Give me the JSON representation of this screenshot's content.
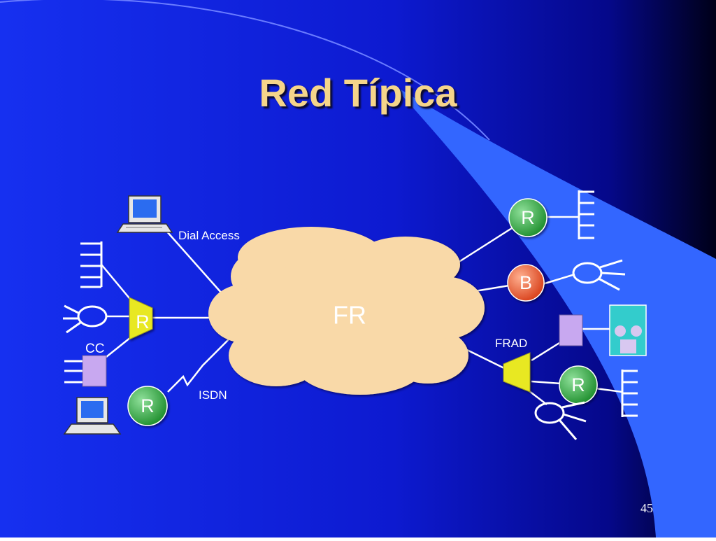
{
  "slide": {
    "title": "Red Típica",
    "page_number": "45"
  },
  "diagram": {
    "cloud_label": "FR",
    "labels": {
      "dial_access": "Dial Access",
      "isdn": "ISDN",
      "frad": "FRAD",
      "cc": "CC"
    },
    "nodes": {
      "router_left": "R",
      "router_bottom_left": "R",
      "router_top_right": "R",
      "bridge_right": "B",
      "router_bottom_right": "R"
    }
  },
  "colors": {
    "background_dark": "#0000a0",
    "background_light": "#1a2cf0",
    "swoosh": "#3366ff",
    "title": "#f5d58a",
    "cloud": "#f9d9a8",
    "router_green": "#33aa44",
    "bridge_orange": "#ee6633",
    "frad_yellow": "#eeee22",
    "device_purple": "#c8a8f0",
    "device_teal": "#33cccc"
  }
}
